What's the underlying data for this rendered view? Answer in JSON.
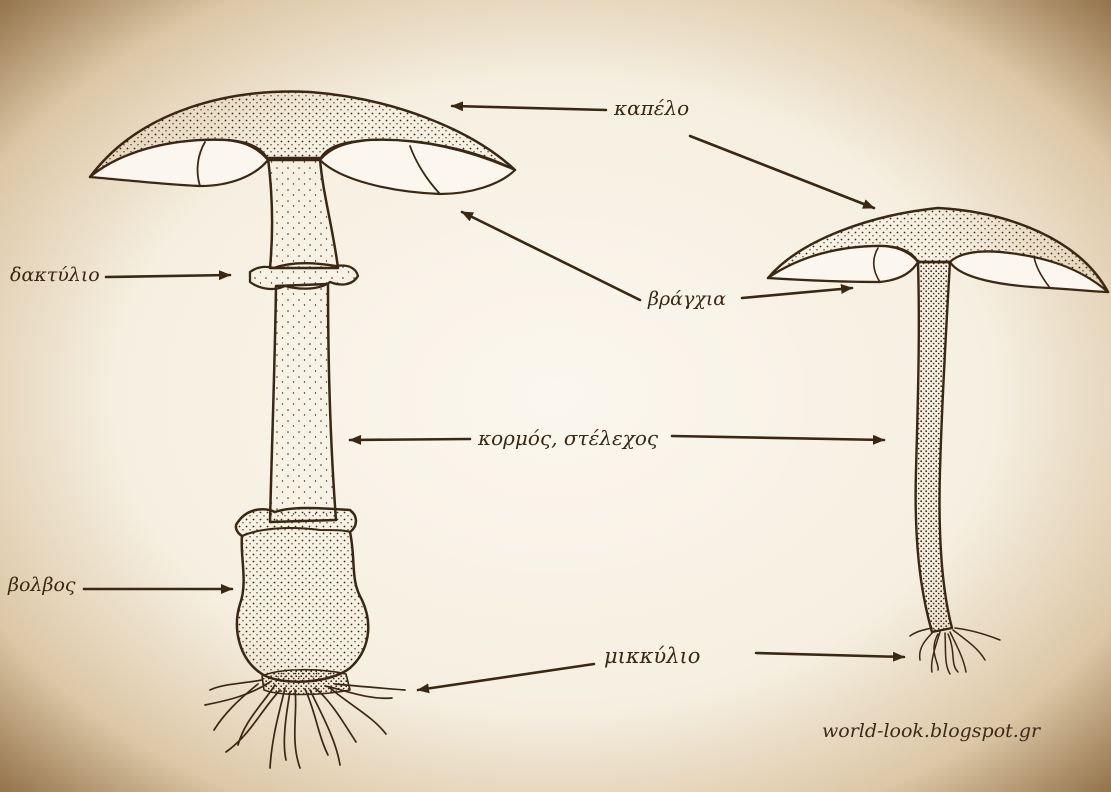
{
  "labels": {
    "cap": "καπέλο",
    "ring": "δακτύλιο",
    "gills": "βράγχια",
    "stem": "κορμός, στέλεχος",
    "volva": "βολβος",
    "mycelium": "μικκύλιο"
  },
  "watermark": "world-look.blogspot.gr",
  "colors": {
    "background": "#f7f1e4",
    "vignette": "#9c7a4e",
    "ink": "#3a2714"
  }
}
